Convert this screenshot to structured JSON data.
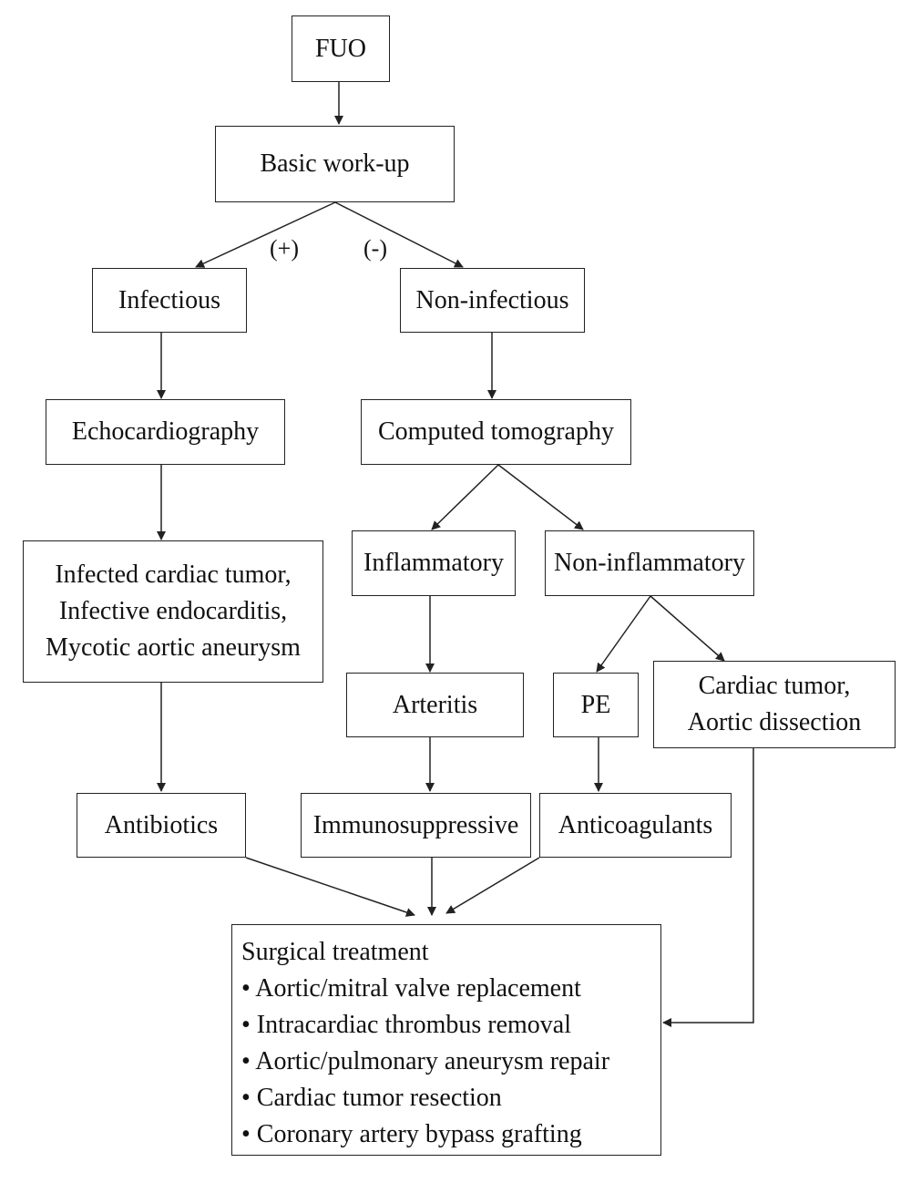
{
  "nodes": {
    "fuo": "FUO",
    "basic_workup": "Basic work-up",
    "infectious": "Infectious",
    "non_infectious": "Non-infectious",
    "echocardiography": "Echocardiography",
    "computed_tomography": "Computed tomography",
    "infected_conditions": [
      "Infected cardiac tumor,",
      "Infective endocarditis,",
      "Mycotic aortic aneurysm"
    ],
    "inflammatory": "Inflammatory",
    "non_inflammatory": "Non-inflammatory",
    "arteritis": "Arteritis",
    "pe": "PE",
    "cardiac_tumor_dissection": [
      "Cardiac tumor,",
      "Aortic dissection"
    ],
    "antibiotics": "Antibiotics",
    "immunosuppressive": "Immunosuppressive",
    "anticoagulants": "Anticoagulants",
    "surgical_treatment": {
      "title": "Surgical treatment",
      "items": [
        "• Aortic/mitral valve replacement",
        "• Intracardiac thrombus removal",
        "• Aortic/pulmonary aneurysm repair",
        "• Cardiac tumor resection",
        "• Coronary artery bypass grafting"
      ]
    }
  },
  "edge_labels": {
    "positive": "(+)",
    "negative": "(-)"
  }
}
